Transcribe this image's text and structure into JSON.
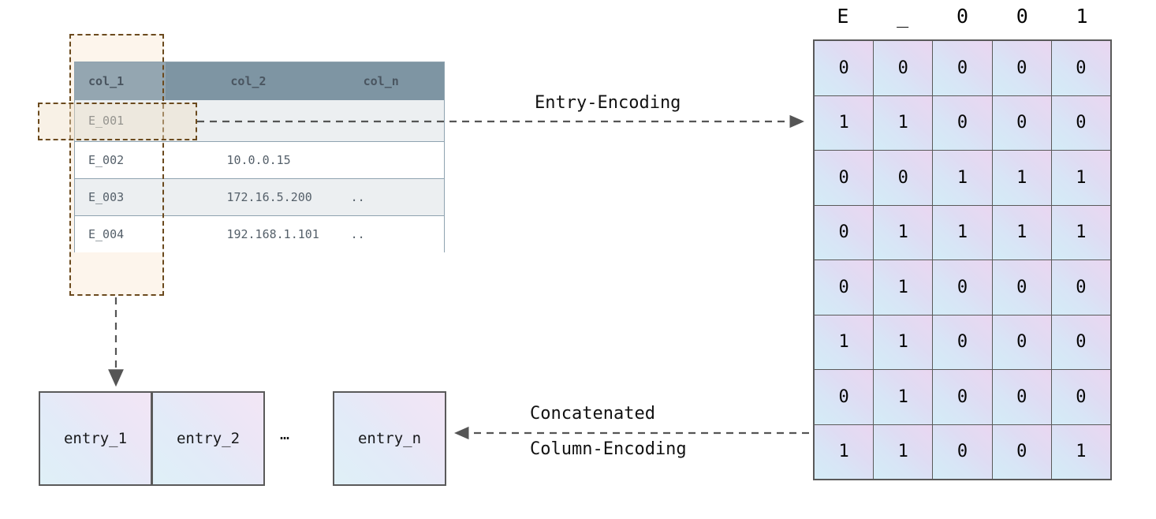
{
  "table": {
    "headers": [
      "col_1",
      "col_2",
      "col_n"
    ],
    "rows": [
      {
        "col_1": "E_001",
        "col_2": "",
        "col_n": ""
      },
      {
        "col_1": "E_002",
        "col_2": "10.0.0.15",
        "col_n": ""
      },
      {
        "col_1": "E_003",
        "col_2": "172.16.5.200",
        "col_n": ".."
      },
      {
        "col_1": "E_004",
        "col_2": "192.168.1.101",
        "col_n": ".."
      }
    ]
  },
  "labels": {
    "entry_encoding": "Entry-Encoding",
    "concatenated": "Concatenated",
    "column_encoding": "Column-Encoding"
  },
  "entries": {
    "boxes": [
      "entry_1",
      "entry_2",
      "entry_n"
    ],
    "ellipsis": "…"
  },
  "matrix": {
    "column_headers": [
      "E",
      "_",
      "0",
      "0",
      "1"
    ],
    "rows": [
      [
        "0",
        "0",
        "0",
        "0",
        "0"
      ],
      [
        "1",
        "1",
        "0",
        "0",
        "0"
      ],
      [
        "0",
        "0",
        "1",
        "1",
        "1"
      ],
      [
        "0",
        "1",
        "1",
        "1",
        "1"
      ],
      [
        "0",
        "1",
        "0",
        "0",
        "0"
      ],
      [
        "1",
        "1",
        "0",
        "0",
        "0"
      ],
      [
        "0",
        "1",
        "0",
        "0",
        "0"
      ],
      [
        "1",
        "1",
        "0",
        "0",
        "1"
      ]
    ]
  },
  "colors": {
    "header_dark": "#7e95a3",
    "header_col1": "#94a6b1",
    "highlight_dash": "#6b4a1e",
    "row_alt": "#eceff1",
    "cell_gradient_from": "#d4ecf7",
    "cell_gradient_to": "#ead6f0",
    "arrow": "#555555"
  }
}
